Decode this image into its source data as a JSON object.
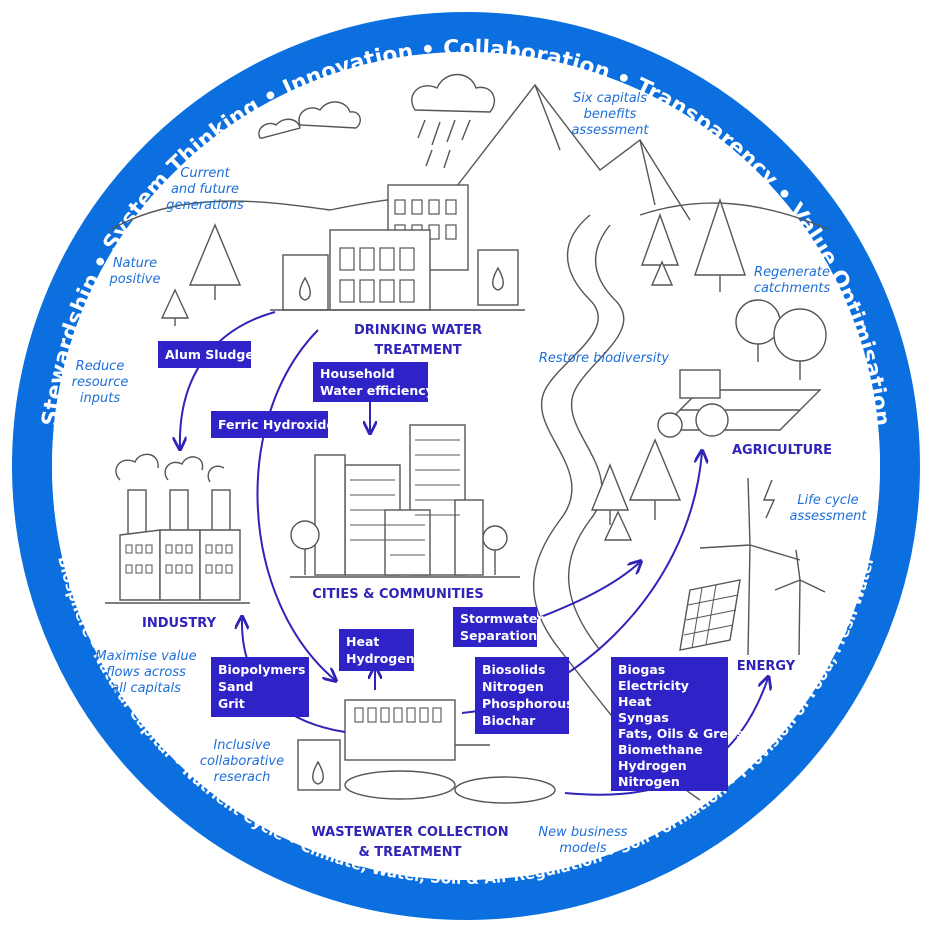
{
  "ring": {
    "top_values": [
      "Stewardship",
      "System Thinking",
      "Innovation",
      "Collaboration",
      "Transparency",
      "Value Optimisation"
    ],
    "bottom_values": [
      "Biosphere – Natural Capital",
      "Nutrient Cycle",
      "Climate, Water, Soil & Air Regulation",
      "Soil Formation",
      "Provision of Food, Fresh Water"
    ],
    "color": "#0b6fe0"
  },
  "annotations": {
    "current_future_1": "Current",
    "current_future_2": "and future",
    "current_future_3": "generations",
    "six_capitals_1": "Six capitals",
    "six_capitals_2": "benefits",
    "six_capitals_3": "assessment",
    "nature_positive_1": "Nature",
    "nature_positive_2": "positive",
    "reduce_inputs_1": "Reduce",
    "reduce_inputs_2": "resource",
    "reduce_inputs_3": "inputs",
    "regenerate_1": "Regenerate",
    "regenerate_2": "catchments",
    "restore_biodiversity": "Restore biodiversity",
    "life_cycle_1": "Life cycle",
    "life_cycle_2": "assessment",
    "maximise_1": "Maximise value",
    "maximise_2": "flows across",
    "maximise_3": "all capitals",
    "inclusive_1": "Inclusive",
    "inclusive_2": "collaborative",
    "inclusive_3": "reserach",
    "new_business_1": "New business",
    "new_business_2": "models"
  },
  "nodes": {
    "drinking_water_1": "DRINKING WATER",
    "drinking_water_2": "TREATMENT",
    "agriculture": "AGRICULTURE",
    "industry": "INDUSTRY",
    "cities": "CITIES & COMMUNITIES",
    "energy": "ENERGY",
    "wastewater_1": "WASTEWATER COLLECTION",
    "wastewater_2": "& TREATMENT"
  },
  "flows": {
    "alum_sludge": "Alum Sludge",
    "household_1": "Household",
    "household_2": "Water efficiency",
    "ferric_hydroxide": "Ferric Hydroxide",
    "stormwater_1": "Stormwater",
    "stormwater_2": "Separation",
    "heat_hydrogen": [
      "Heat",
      "Hydrogen"
    ],
    "biopolymers": [
      "Biopolymers",
      "Sand",
      "Grit"
    ],
    "biosolids": [
      "Biosolids",
      "Nitrogen",
      "Phosphorous",
      "Biochar"
    ],
    "biogas": [
      "Biogas",
      "Electricity",
      "Heat",
      "Syngas",
      "Fats, Oils & Grease",
      "Biomethane",
      "Hydrogen",
      "Nitrogen"
    ]
  },
  "colors": {
    "box_fill": "#2f23c8",
    "node_label": "#2f23b8",
    "annotation": "#1d6fd8"
  }
}
